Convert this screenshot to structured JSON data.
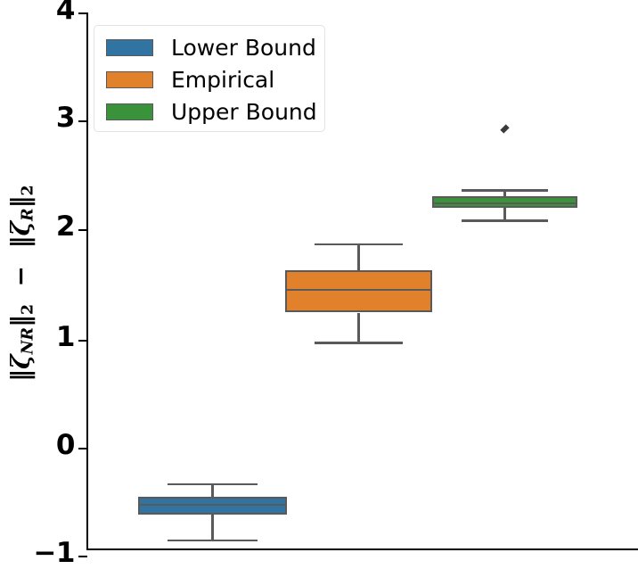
{
  "chart_data": {
    "type": "box",
    "title": "",
    "xlabel": "",
    "ylabel": "||ζ_NR||_2 − ||ζ_R||_2",
    "ylim": [
      -1,
      4
    ],
    "yticks": [
      -1,
      0,
      1,
      2,
      3,
      4
    ],
    "ytick_labels": [
      "−1",
      "0",
      "1",
      "2",
      "3",
      "4"
    ],
    "grid": false,
    "legend_position": "upper left",
    "categories": [
      "Lower Bound",
      "Empirical",
      "Upper Bound"
    ],
    "series": [
      {
        "name": "Lower Bound",
        "color": "#3274a1",
        "whisker_low": -0.86,
        "q1": -0.62,
        "median": -0.53,
        "q3": -0.45,
        "whisker_high": -0.34,
        "outliers": []
      },
      {
        "name": "Empirical",
        "color": "#e1812c",
        "whisker_low": 0.97,
        "q1": 1.25,
        "median": 1.46,
        "q3": 1.64,
        "whisker_high": 1.88,
        "outliers": []
      },
      {
        "name": "Upper Bound",
        "color": "#3a923a",
        "whisker_low": 2.1,
        "q1": 2.22,
        "median": 2.26,
        "q3": 2.33,
        "whisker_high": 2.38,
        "outliers": [
          2.95
        ]
      }
    ]
  },
  "legend": {
    "items": [
      {
        "label": "Lower Bound",
        "color": "#3274a1"
      },
      {
        "label": "Empirical",
        "color": "#e1812c"
      },
      {
        "label": "Upper Bound",
        "color": "#3a923a"
      }
    ]
  },
  "axis": {
    "ytick_labels": [
      "4",
      "3",
      "2",
      "1",
      "0",
      "−1"
    ],
    "ylabel_parts": {
      "norm_open": "‖",
      "zeta_nr": "ζ",
      "sub_nr": "NR",
      "norm_close": "‖",
      "sub_two_a": "2",
      "minus": "−",
      "zeta_r": "ζ",
      "sub_r": "R",
      "sub_two_b": "2"
    }
  }
}
